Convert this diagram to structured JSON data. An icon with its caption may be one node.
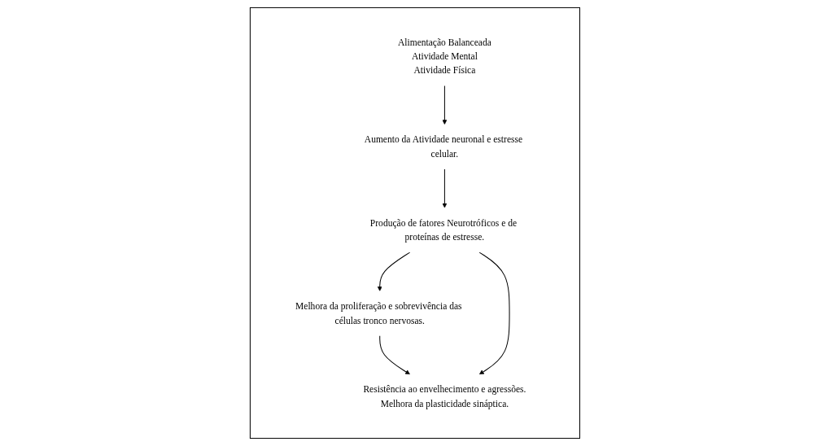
{
  "diagram": {
    "nodes": [
      {
        "text": [],
        "shape": "box"
      },
      {
        "text": [
          "Alimentação Balanceada",
          "Atividade Mental",
          "Atividade Física"
        ],
        "in": 0
      },
      {
        "text": [
          "Aumento da Atividade neuronal e estresse celular."
        ],
        "in": 0
      },
      {
        "text": [
          "Produção de fatores Neurotróficos e de proteínas de estresse."
        ],
        "in": 0
      },
      {
        "text": [
          "Melhora da proliferação e sobrevivência das células tronco nervosas."
        ],
        "in": 0
      },
      {
        "text": [
          "Resistência ao envelhecimento e agressões.",
          "Melhora da plasticidade sináptica."
        ],
        "in": 0
      }
    ],
    "edges": [
      {
        "from": 1,
        "to": 2,
        "arrow": "to"
      },
      {
        "from": 2,
        "to": 3,
        "arrow": "to"
      },
      {
        "from": 3,
        "to": 4,
        "arrow": "to"
      },
      {
        "from": 4,
        "to": 5,
        "arrow": "to"
      },
      {
        "from": 3,
        "to": 5,
        "arrow": "to"
      }
    ]
  }
}
